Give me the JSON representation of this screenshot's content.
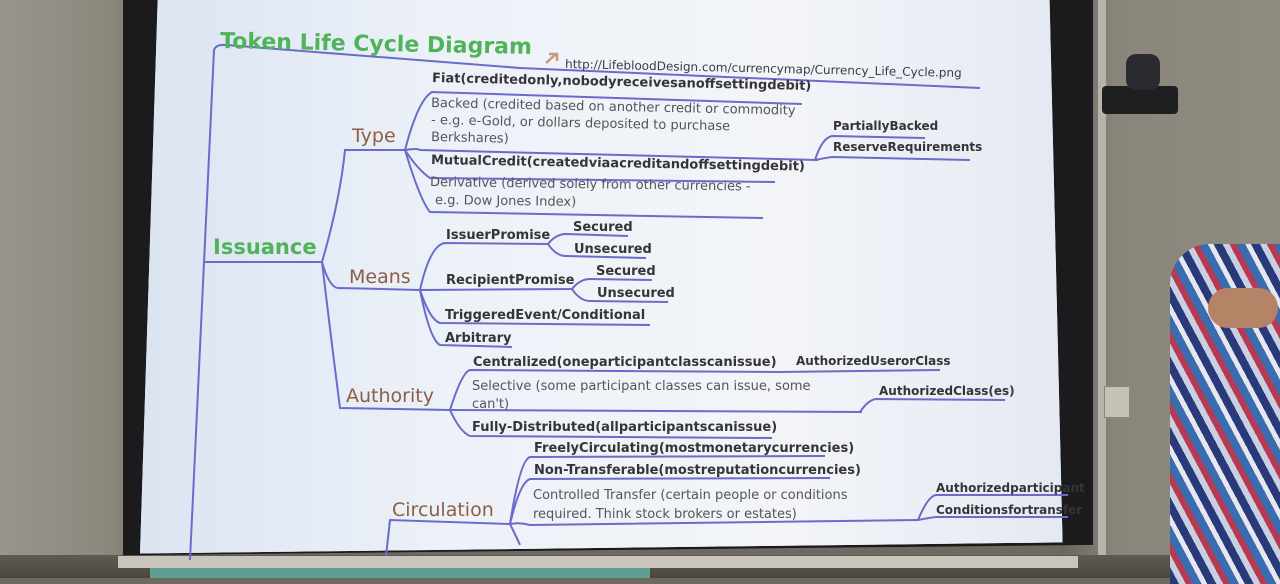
{
  "title": "Token Life Cycle Diagram",
  "url": "http://LifebloodDesign.com/currencymap/Currency_Life_Cycle.png",
  "nodes": {
    "issuance": "Issuance",
    "type": "Type",
    "means": "Means",
    "authority": "Authority",
    "circulation": "Circulation"
  },
  "type_items": {
    "fiat": "Fiat(creditedonly,nobodyreceivesanoffsettingdebit)",
    "backed_1": "Backed (credited based on another credit or commodity",
    "backed_2": "- e.g. e-Gold, or dollars deposited to purchase",
    "backed_3": "Berkshares)",
    "partially_backed": "PartiallyBacked",
    "reserve_requirements": "ReserveRequirements",
    "mutual_credit": "MutualCredit(createdviaacreditandoffsettingdebit)",
    "derivative_1": "Derivative (derived solely from other currencies -",
    "derivative_2": "e.g. Dow Jones Index)"
  },
  "means_items": {
    "issuer_promise": "IssuerPromise",
    "secured_1": "Secured",
    "unsecured_1": "Unsecured",
    "recipient_promise": "RecipientPromise",
    "secured_2": "Secured",
    "unsecured_2": "Unsecured",
    "triggered": "TriggeredEvent/Conditional",
    "arbitrary": "Arbitrary"
  },
  "authority_items": {
    "centralized": "Centralized(oneparticipantclasscanissue)",
    "authorized_user": "AuthorizedUserorClass",
    "selective_1": "Selective (some participant classes can issue, some",
    "selective_2": "can't)",
    "authorized_classes": "AuthorizedClass(es)",
    "fully_distributed": "Fully-Distributed(allparticipantscanissue)"
  },
  "circulation_items": {
    "freely": "FreelyCirculating(mostmonetarycurrencies)",
    "non_transferable": "Non-Transferable(mostreputationcurrencies)",
    "controlled_1": "Controlled Transfer (certain people or conditions",
    "controlled_2": "required. Think stock brokers or estates)",
    "authorized_participant": "Authorizedparticipant",
    "conditions_transfer": "Conditionsfortransfer"
  },
  "colors": {
    "line": "#6b6bc9",
    "title_green": "#4fb35a",
    "node_brown": "#8b5e45"
  }
}
